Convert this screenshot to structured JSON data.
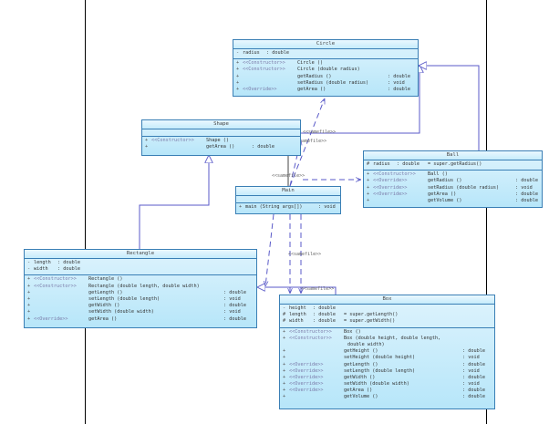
{
  "relation_label": "<<samefile>>",
  "classes": {
    "circle": {
      "name": "Circle",
      "attributes": [
        {
          "vis": "-",
          "name": "radius",
          "type": ": double"
        }
      ],
      "methods": [
        {
          "vis": "+",
          "ster": "<<Constructor>>",
          "sig": "Circle ()",
          "ret": ""
        },
        {
          "vis": "+",
          "ster": "<<Constructor>>",
          "sig": "Circle (double radius)",
          "ret": ""
        },
        {
          "vis": "+",
          "ster": "",
          "sig": "getRadius ()",
          "ret": ": double"
        },
        {
          "vis": "+",
          "ster": "",
          "sig": "setRadius (double radius)",
          "ret": ": void"
        },
        {
          "vis": "+",
          "ster": "<<Override>>",
          "sig": "getArea ()",
          "ret": ": double"
        }
      ]
    },
    "shape": {
      "name": "Shape",
      "attributes": [],
      "methods": [
        {
          "vis": "+",
          "ster": "<<Constructor>>",
          "sig": "Shape ()",
          "ret": ""
        },
        {
          "vis": "+",
          "ster": "",
          "sig": "getArea ()",
          "ret": ": double"
        }
      ]
    },
    "ball": {
      "name": "Ball",
      "attributes": [
        {
          "vis": "#",
          "name": "radius",
          "type": ": double",
          "init": "= super.getRadius()"
        }
      ],
      "methods": [
        {
          "vis": "+",
          "ster": "<<Constructor>>",
          "sig": "Ball ()",
          "ret": ""
        },
        {
          "vis": "+",
          "ster": "<<Override>>",
          "sig": "getRadius ()",
          "ret": ": double"
        },
        {
          "vis": "+",
          "ster": "<<Override>>",
          "sig": "setRadius (double radius)",
          "ret": ": void"
        },
        {
          "vis": "+",
          "ster": "<<Override>>",
          "sig": "getArea ()",
          "ret": ": double"
        },
        {
          "vis": "+",
          "ster": "",
          "sig": "getVolume ()",
          "ret": ": double"
        }
      ]
    },
    "main": {
      "name": "Main",
      "attributes": [],
      "methods": [
        {
          "vis": "+",
          "ster": "",
          "sig": "main (String args[])",
          "ret": ": void"
        }
      ]
    },
    "rectangle": {
      "name": "Rectangle",
      "attributes": [
        {
          "vis": "-",
          "name": "length",
          "type": ": double"
        },
        {
          "vis": "-",
          "name": "width",
          "type": ": double"
        }
      ],
      "methods": [
        {
          "vis": "+",
          "ster": "<<Constructor>>",
          "sig": "Rectangle ()",
          "ret": ""
        },
        {
          "vis": "+",
          "ster": "<<Constructor>>",
          "sig": "Rectangle (double length, double width)",
          "ret": ""
        },
        {
          "vis": "+",
          "ster": "",
          "sig": "getLength ()",
          "ret": ": double"
        },
        {
          "vis": "+",
          "ster": "",
          "sig": "setLength (double length)",
          "ret": ": void"
        },
        {
          "vis": "+",
          "ster": "",
          "sig": "getWidth ()",
          "ret": ": double"
        },
        {
          "vis": "+",
          "ster": "",
          "sig": "setWidth (double width)",
          "ret": ": void"
        },
        {
          "vis": "+",
          "ster": "<<Override>>",
          "sig": "getArea ()",
          "ret": ": double"
        }
      ]
    },
    "box": {
      "name": "Box",
      "attributes": [
        {
          "vis": "-",
          "name": "height",
          "type": ": double",
          "init": ""
        },
        {
          "vis": "#",
          "name": "length",
          "type": ": double",
          "init": "= super.getLength()"
        },
        {
          "vis": "#",
          "name": "width",
          "type": ": double",
          "init": "= super.getWidth()"
        }
      ],
      "methods": [
        {
          "vis": "+",
          "ster": "<<Constructor>>",
          "sig": "Box ()",
          "ret": ""
        },
        {
          "vis": "+",
          "ster": "<<Constructor>>",
          "sig": "Box (double height, double length,",
          "sig2": "double width)",
          "ret": ""
        },
        {
          "vis": "+",
          "ster": "",
          "sig": "getHeight ()",
          "ret": ": double"
        },
        {
          "vis": "+",
          "ster": "",
          "sig": "setHeight (double height)",
          "ret": ": void"
        },
        {
          "vis": "+",
          "ster": "<<Override>>",
          "sig": "getLength ()",
          "ret": ": double"
        },
        {
          "vis": "+",
          "ster": "<<Override>>",
          "sig": "setLength (double length)",
          "ret": ": void"
        },
        {
          "vis": "+",
          "ster": "<<Override>>",
          "sig": "getWidth ()",
          "ret": ": double"
        },
        {
          "vis": "+",
          "ster": "<<Override>>",
          "sig": "setWidth (double width)",
          "ret": ": void"
        },
        {
          "vis": "+",
          "ster": "<<Override>>",
          "sig": "getArea ()",
          "ret": ": double"
        },
        {
          "vis": "+",
          "ster": "",
          "sig": "getVolume ()",
          "ret": ": double"
        }
      ]
    }
  }
}
